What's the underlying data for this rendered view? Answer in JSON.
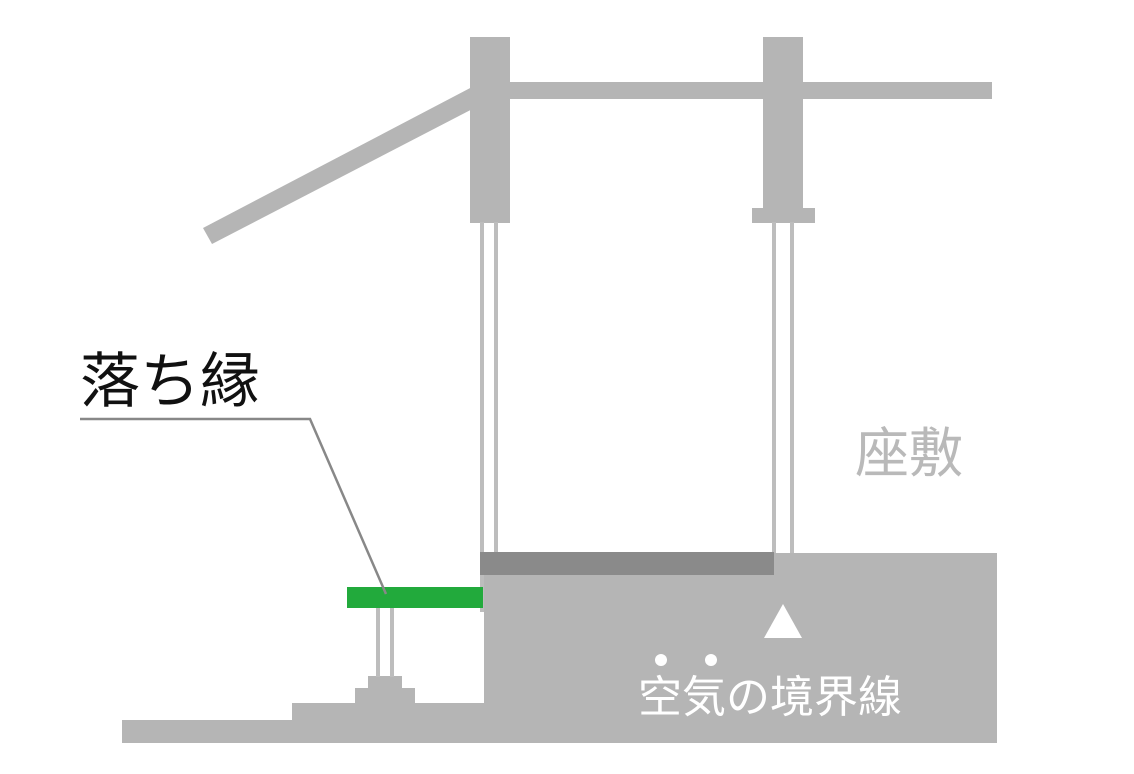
{
  "labels": {
    "ochien": "落ち縁",
    "zashiki": "座敷",
    "boundary": "空気の境界線"
  },
  "colors": {
    "structure": "#b5b5b5",
    "sill": "#8a8a8a",
    "veranda": "#22aa3c",
    "leader": "#888888",
    "zashiki_text": "#b9b9b9",
    "boundary_text": "#ffffff",
    "heading_text": "#111111"
  },
  "icons": {
    "boundary_marker": "triangle-up-icon"
  }
}
